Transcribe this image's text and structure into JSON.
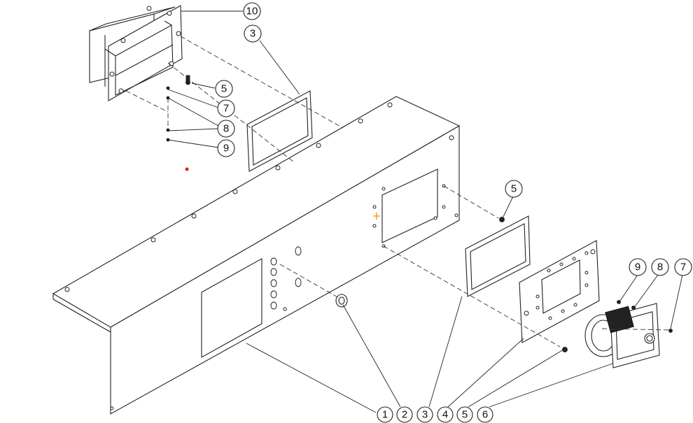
{
  "diagram": {
    "balloons": [
      {
        "id": "b-10-top",
        "label": "10"
      },
      {
        "id": "b-3-top",
        "label": "3"
      },
      {
        "id": "b-5-top",
        "label": "5"
      },
      {
        "id": "b-7-top",
        "label": "7"
      },
      {
        "id": "b-8-top",
        "label": "8"
      },
      {
        "id": "b-9-top",
        "label": "9"
      },
      {
        "id": "b-5-mid",
        "label": "5"
      },
      {
        "id": "b-9-right",
        "label": "9"
      },
      {
        "id": "b-8-right",
        "label": "8"
      },
      {
        "id": "b-7-right",
        "label": "7"
      },
      {
        "id": "b-1-bottom",
        "label": "1"
      },
      {
        "id": "b-2-bottom",
        "label": "2"
      },
      {
        "id": "b-3-bottom",
        "label": "3"
      },
      {
        "id": "b-4-bottom",
        "label": "4"
      },
      {
        "id": "b-5-bottom",
        "label": "5"
      },
      {
        "id": "b-6-bottom",
        "label": "6"
      }
    ],
    "colors": {
      "line": "#222222",
      "red_marker": "#e02020",
      "crosshair": "#f0a020"
    }
  }
}
